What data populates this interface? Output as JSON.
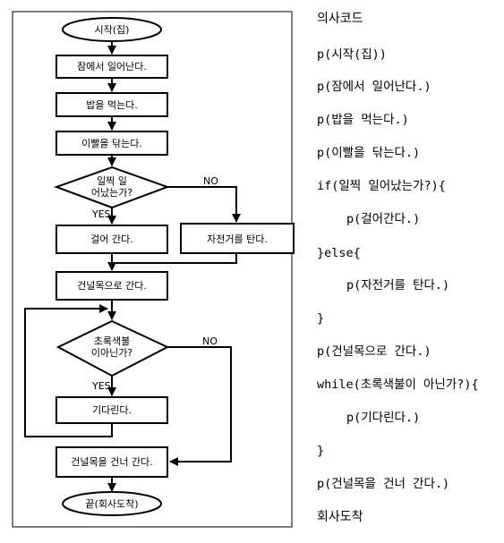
{
  "flowchart": {
    "start": "시작(집)",
    "wake": "잠에서 일어난다.",
    "eat": "밥을 먹는다.",
    "brush": "이빨을 닦는다.",
    "decision1_line1": "일찍 일",
    "decision1_line2": "어났는가?",
    "yes1": "YES",
    "no1": "NO",
    "walk": "걸어 간다.",
    "bike": "자전거를 탄다.",
    "crosswalk": "건널목으로 간다.",
    "decision2_line1": "초록색불",
    "decision2_line2": "이아닌가?",
    "yes2": "YES",
    "no2": "NO",
    "wait": "기다린다.",
    "cross": "건널목을 건너 간다.",
    "end": "끝(회사도착)"
  },
  "pseudocode": {
    "title": "의사코드",
    "lines": [
      "p(시작(집))",
      "p(잠에서 일어난다.)",
      "p(밥을 먹는다.)",
      "p(이빨을 닦는다.)",
      "if(일찍 일어났는가?){",
      "p(걸어간다.)",
      "}else{",
      "p(자전거를 탄다.)",
      "}",
      "p(건널목으로 간다.)",
      "while(초록색불이 아닌가?){",
      "p(기다린다.)",
      "}",
      "p(건널목을 건너 간다.)",
      "회사도착"
    ]
  }
}
